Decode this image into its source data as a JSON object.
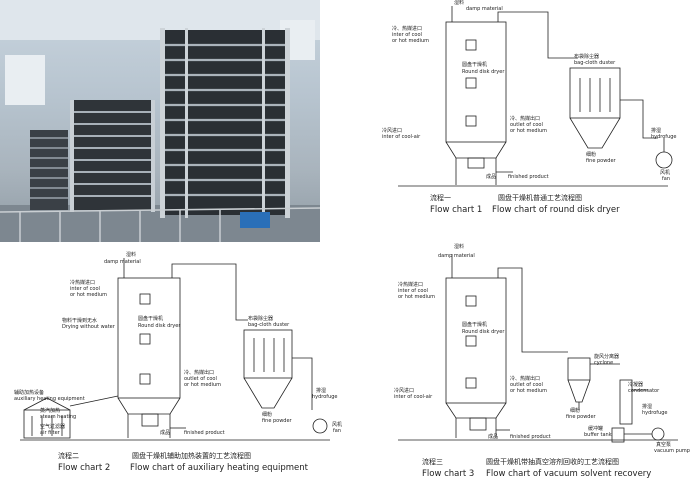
{
  "flow1": {
    "damp": "湿料",
    "damp_en": "damp material",
    "inlet": "冷、热媒进口",
    "inlet_en1": "inter of cool",
    "inlet_en2": "or hot medium",
    "dryer": "圆盘干燥机",
    "dryer_en": "Round disk dryer",
    "outlet": "冷、热媒出口",
    "outlet_en1": "outlet of cool",
    "outlet_en2": "or hot medium",
    "coolin": "冷风进口",
    "coolin_en": "inter of cool-air",
    "product": "成品",
    "product_en": "finished product",
    "duster": "布袋除尘器",
    "duster_en": "bag-cloth duster",
    "powder": "细粉",
    "powder_en": "fine powder",
    "hydro": "排湿",
    "hydro_en": "hydrofuge",
    "fan": "风机",
    "fan_en": "fan",
    "cap_num": "流程一",
    "cap_num_en": "Flow chart 1",
    "cap_title": "圆盘干燥机普通工艺流程图",
    "cap_title_en": "Flow chart of round disk dryer"
  },
  "flow2": {
    "damp": "湿料",
    "damp_en": "damp material",
    "inlet": "冷热媒进口",
    "inlet_en1": "inter of cool",
    "inlet_en2": "or hot medium",
    "nowater": "物料干燥到无水",
    "nowater_en": "Drying without water",
    "dryer": "圆盘干燥机",
    "dryer_en": "Round disk dryer",
    "outlet": "冷、热媒出口",
    "outlet_en1": "outlet of cool",
    "outlet_en2": "or hot medium",
    "aux": "辅助加热设备",
    "aux_en": "auxiliary heating equipment",
    "steam": "蒸汽加热",
    "steam_en": "steam heating",
    "filter": "空气过滤器",
    "filter_en": "air filter",
    "product": "成品",
    "product_en": "finished product",
    "duster": "布袋除尘器",
    "duster_en": "bag-cloth duster",
    "powder": "细粉",
    "powder_en": "fine powder",
    "hydro": "排湿",
    "hydro_en": "hydrofuge",
    "fan": "风机",
    "fan_en": "fan",
    "cap_num": "流程二",
    "cap_num_en": "Flow chart 2",
    "cap_title": "圆盘干燥机辅助加热装置的工艺流程图",
    "cap_title_en": "Flow chart of auxiliary heating equipment"
  },
  "flow3": {
    "damp": "湿料",
    "damp_en": "damp material",
    "inlet": "冷热媒进口",
    "inlet_en1": "inter of cool",
    "inlet_en2": "or hot medium",
    "dryer": "圆盘干燥机",
    "dryer_en": "Round disk dryer",
    "outlet": "冷、热媒出口",
    "outlet_en1": "outlet of cool",
    "outlet_en2": "or hot medium",
    "coolin": "冷风进口",
    "coolin_en": "inter of cool-air",
    "product": "成品",
    "product_en": "finished product",
    "cyclone": "旋风分离器",
    "cyclone_en": "cyclone",
    "powder": "细粉",
    "powder_en": "fine powder",
    "cond": "冷凝器",
    "cond_en": "condensator",
    "hydro": "排湿",
    "hydro_en": "hydrofuge",
    "buffer": "缓冲罐",
    "buffer_en": "buffer tank",
    "vacuum": "真空泵",
    "vacuum_en": "vacuum pump",
    "cap_num": "流程三",
    "cap_num_en": "Flow chart 3",
    "cap_title": "圆盘干燥机带抽真空溶剂回收的工艺流程图",
    "cap_title_en": "Flow chart of vacuum solvent recovery"
  }
}
